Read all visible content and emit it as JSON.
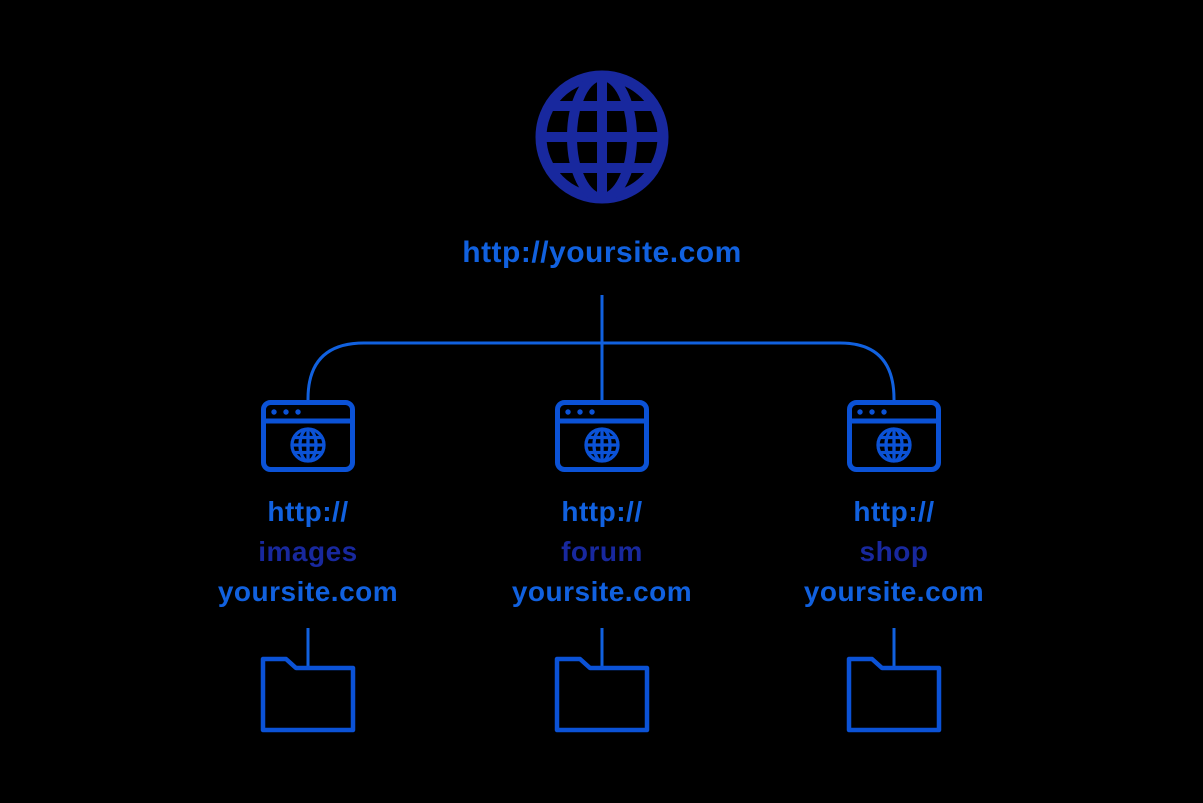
{
  "colors": {
    "background": "#000000",
    "dark_navy": "#18289E",
    "bright_blue": "#1161DF",
    "icon_blue": "#0B52D6"
  },
  "root": {
    "icon": "globe-icon",
    "url": "http://yoursite.com"
  },
  "subdomains": [
    {
      "icon": "browser-window-icon",
      "protocol": "http://",
      "subdomain": "images",
      "domain": "yoursite.com",
      "child_icon": "folder-icon"
    },
    {
      "icon": "browser-window-icon",
      "protocol": "http://",
      "subdomain": "forum",
      "domain": "yoursite.com",
      "child_icon": "folder-icon"
    },
    {
      "icon": "browser-window-icon",
      "protocol": "http://",
      "subdomain": "shop",
      "domain": "yoursite.com",
      "child_icon": "folder-icon"
    }
  ]
}
